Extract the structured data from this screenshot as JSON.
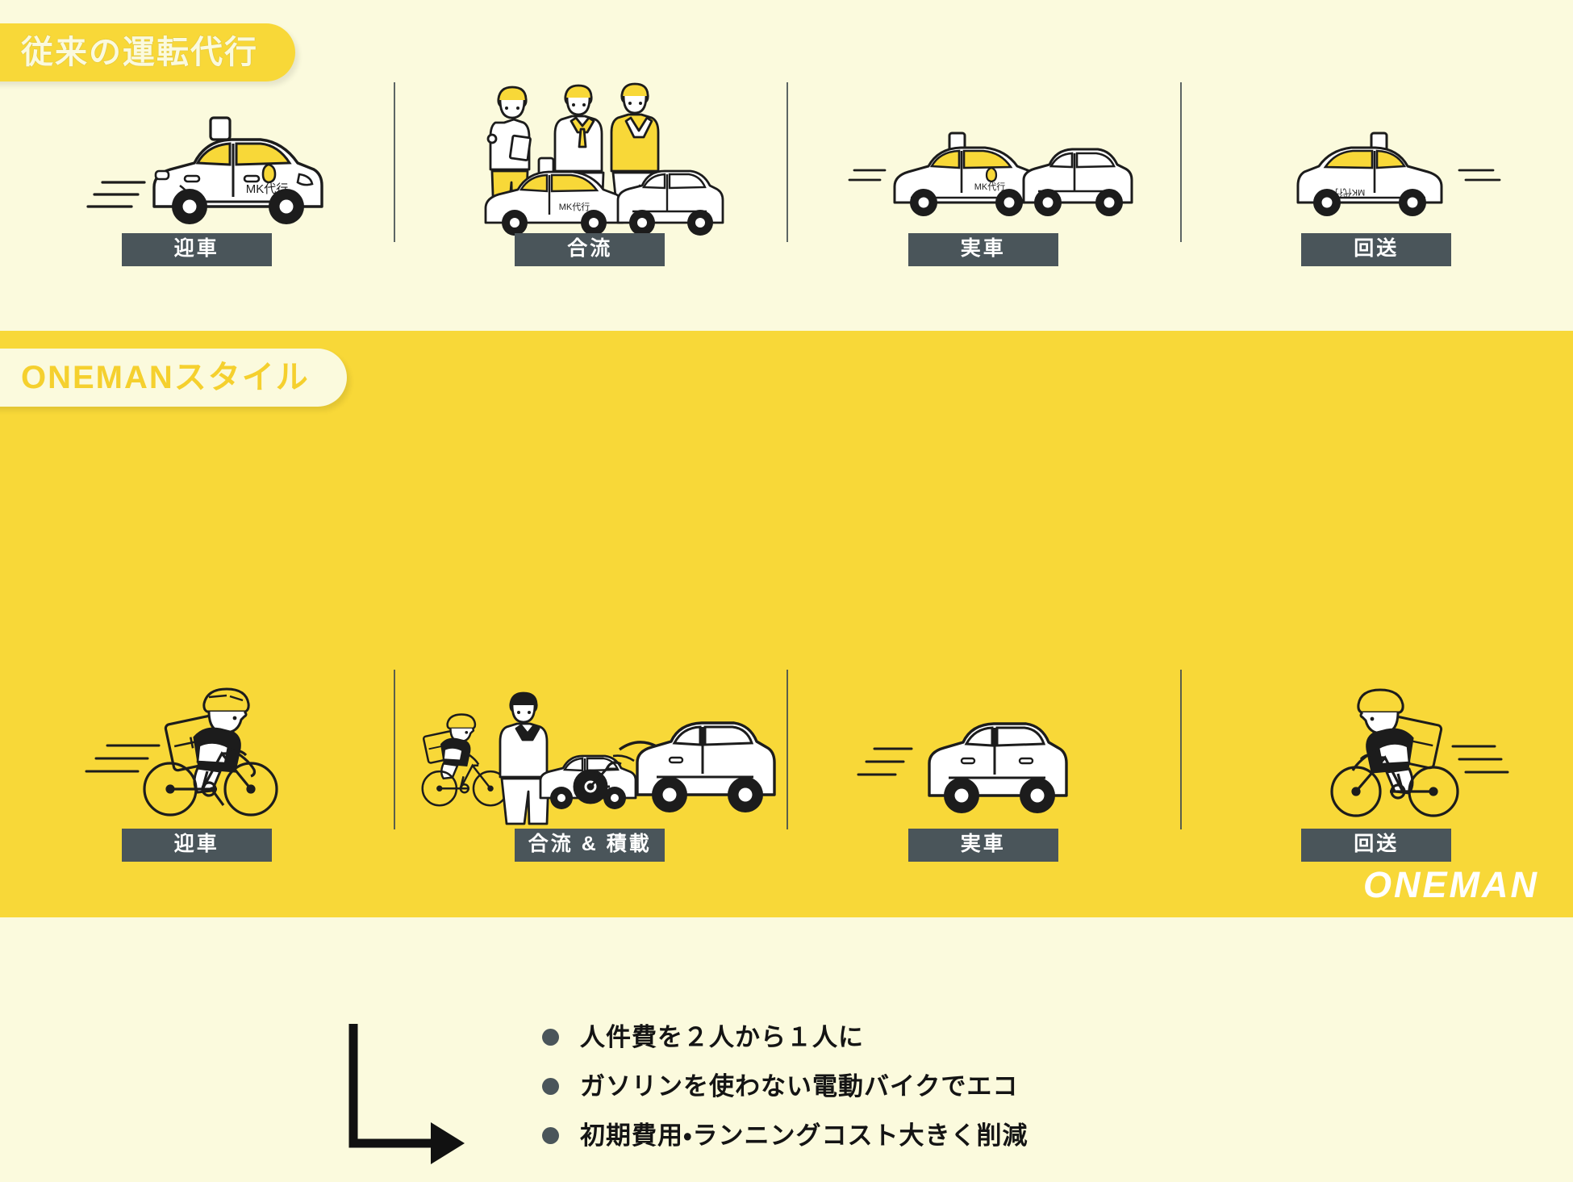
{
  "sections": [
    {
      "id": "conventional",
      "banner_label": "従来の運転代行",
      "background_color": "#fbfadd",
      "banner_bg": "#f8d838",
      "banner_text_color": "#fbfadd",
      "stages": [
        {
          "label": "迎車",
          "illustration": "taxi-with-speedlines-icon",
          "car_sign": "MK代行"
        },
        {
          "label": "合流",
          "illustration": "three-people-with-taxi-and-car-icon",
          "car_sign": "MK代行"
        },
        {
          "label": "実車",
          "illustration": "taxi-and-car-icon",
          "car_sign": "MK代行"
        },
        {
          "label": "回送",
          "illustration": "taxi-returning-icon",
          "car_sign": "MK代行"
        }
      ]
    },
    {
      "id": "oneman",
      "banner_label": "ONEMANスタイル",
      "background_color": "#f8d838",
      "banner_bg": "#fbfadd",
      "banner_text_color": "#f5d02e",
      "stages": [
        {
          "label": "迎車",
          "illustration": "delivery-cyclist-icon"
        },
        {
          "label": "合流 & 積載",
          "illustration": "cyclist-person-car-loading-icon"
        },
        {
          "label": "実車",
          "illustration": "car-with-speedlines-icon"
        },
        {
          "label": "回送",
          "illustration": "cyclist-returning-icon"
        }
      ]
    }
  ],
  "benefits": {
    "items": [
      {
        "text": "人件費を２人から１人に"
      },
      {
        "text": "ガソリンを使わない電動バイクでエコ"
      },
      {
        "text": "初期費用・ランニングコスト大きく削減"
      }
    ],
    "bullet_color": "#4a555a",
    "arrow_icon": "down-right-arrow-icon"
  },
  "logo": {
    "text": "ONEMAN",
    "color": "#ffffff"
  },
  "theme": {
    "cream": "#fbfadd",
    "yellow": "#f8d838",
    "slate": "#4a555a",
    "ink": "#141414"
  }
}
